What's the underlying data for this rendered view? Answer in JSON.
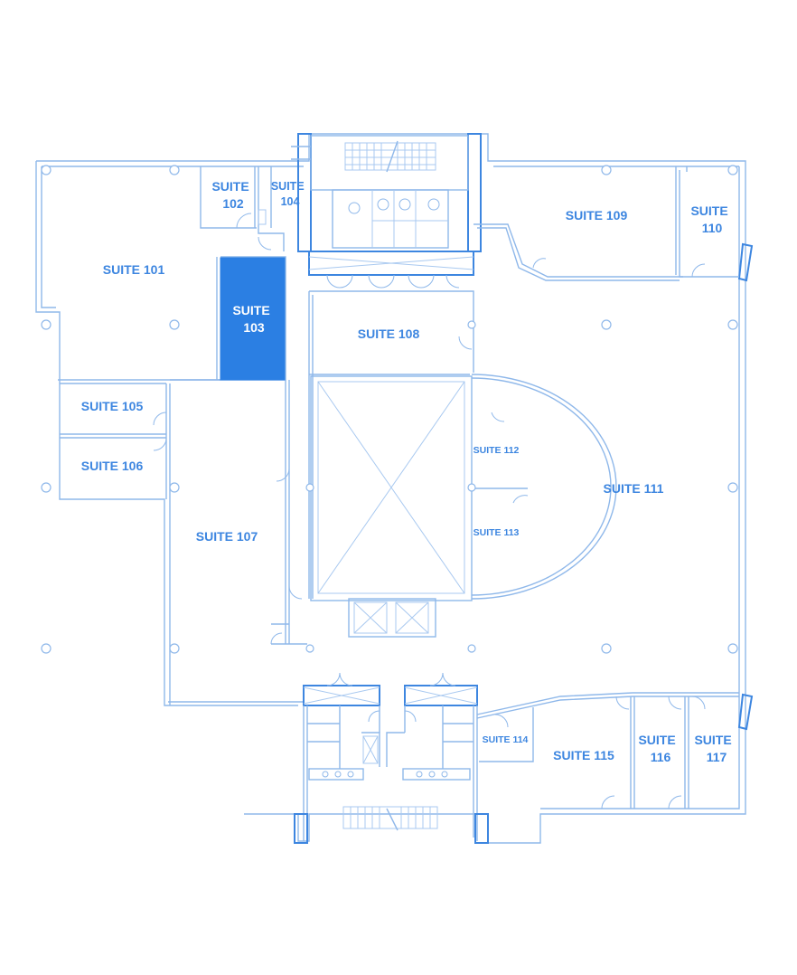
{
  "colors": {
    "wall": "#8fb8ea",
    "wall_dark": "#3d86e0",
    "label": "#3d86e0",
    "highlight": "#2b7fe3",
    "background": "#ffffff"
  },
  "suites": [
    {
      "id": "101",
      "lines": [
        "SUITE 101"
      ],
      "highlighted": false
    },
    {
      "id": "102",
      "lines": [
        "SUITE",
        "102"
      ],
      "highlighted": false
    },
    {
      "id": "103",
      "lines": [
        "SUITE",
        "103"
      ],
      "highlighted": true
    },
    {
      "id": "104",
      "lines": [
        "SUITE",
        "104"
      ],
      "highlighted": false
    },
    {
      "id": "105",
      "lines": [
        "SUITE 105"
      ],
      "highlighted": false
    },
    {
      "id": "106",
      "lines": [
        "SUITE 106"
      ],
      "highlighted": false
    },
    {
      "id": "107",
      "lines": [
        "SUITE 107"
      ],
      "highlighted": false
    },
    {
      "id": "108",
      "lines": [
        "SUITE 108"
      ],
      "highlighted": false
    },
    {
      "id": "109",
      "lines": [
        "SUITE 109"
      ],
      "highlighted": false
    },
    {
      "id": "110",
      "lines": [
        "SUITE",
        "110"
      ],
      "highlighted": false
    },
    {
      "id": "111",
      "lines": [
        "SUITE 111"
      ],
      "highlighted": false
    },
    {
      "id": "112",
      "lines": [
        "SUITE 112"
      ],
      "highlighted": false
    },
    {
      "id": "113",
      "lines": [
        "SUITE 113"
      ],
      "highlighted": false
    },
    {
      "id": "114",
      "lines": [
        "SUITE 114"
      ],
      "highlighted": false
    },
    {
      "id": "115",
      "lines": [
        "SUITE 115"
      ],
      "highlighted": false
    },
    {
      "id": "116",
      "lines": [
        "SUITE",
        "116"
      ],
      "highlighted": false
    },
    {
      "id": "117",
      "lines": [
        "SUITE",
        "117"
      ],
      "highlighted": false
    }
  ]
}
